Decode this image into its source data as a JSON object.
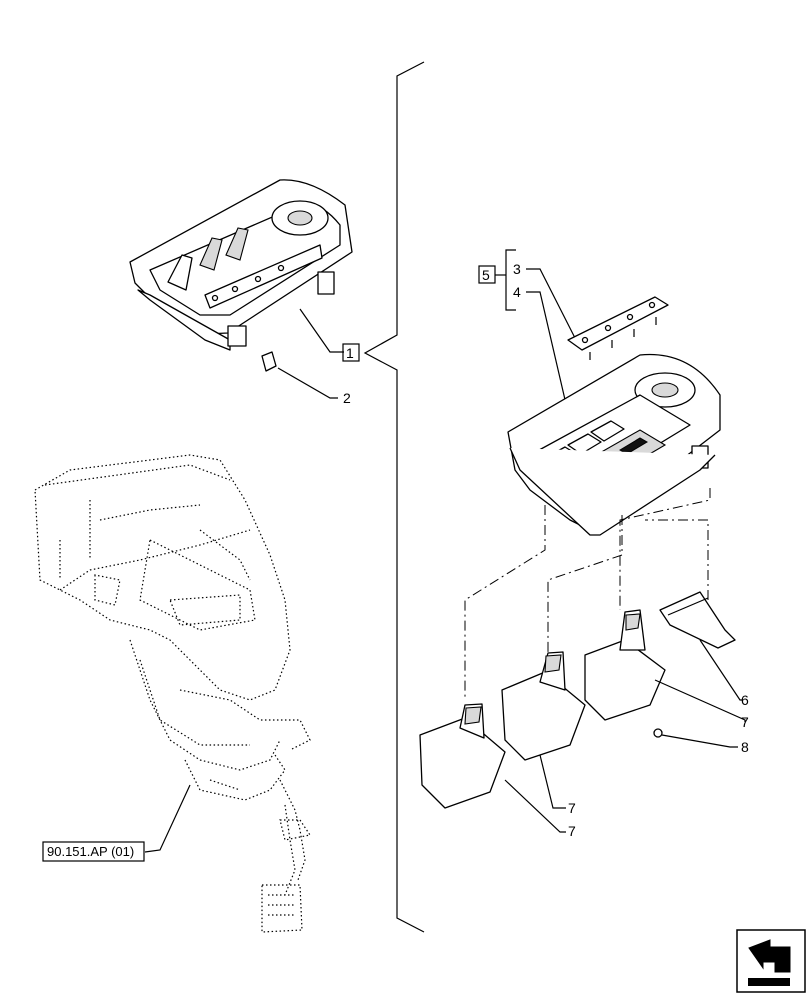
{
  "callouts": {
    "c1": "1",
    "c2": "2",
    "c3": "3",
    "c4": "4",
    "c5": "5",
    "c6": "6",
    "c7a": "7",
    "c7b": "7",
    "c7c": "7",
    "c8": "8"
  },
  "reference_box": "90.151.AP (01)",
  "nav_icon": "next-page-arrow-icon"
}
